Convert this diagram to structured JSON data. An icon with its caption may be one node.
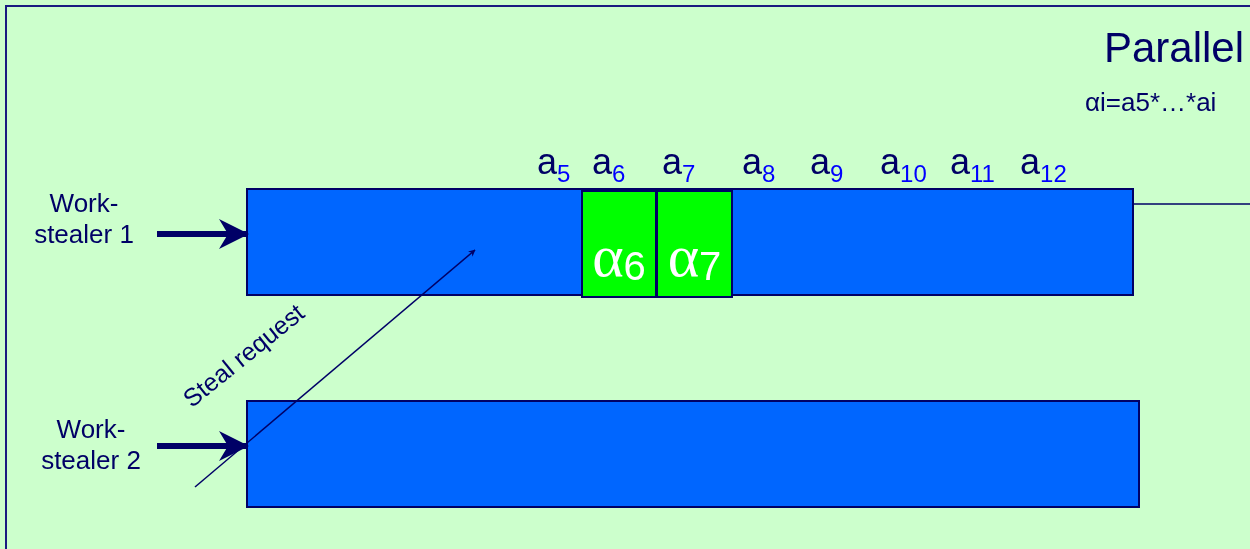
{
  "diagram": {
    "title": "Parallel",
    "nodes": [
      {
        "text": [
          "Work- stealer 1"
        ]
      },
      {
        "text": [],
        "shape": "bar"
      },
      {
        "text": [
          "α$_{6}$"
        ],
        "in": 1
      },
      {
        "text": [
          "α$_{7}$"
        ],
        "in": 1
      },
      {
        "text": [
          "Work- stealer 2"
        ]
      },
      {
        "text": [],
        "shape": "bar"
      }
    ],
    "edges": [
      {
        "from": 0,
        "to": 1,
        "arrow": "to",
        "style": "thick"
      },
      {
        "from": 1,
        "to": null,
        "arrow": "none"
      },
      {
        "from": null,
        "to": 1,
        "arrow": "to",
        "label": "Steal request"
      },
      {
        "from": 4,
        "to": 5,
        "arrow": "to",
        "style": "thick"
      }
    ],
    "labels": [
      "αi=a5*…*ai",
      "a$_{5}$",
      "a$_{6}$",
      "a$_{7}$",
      "a$_{8}$",
      "a$_{9}$",
      "a$_{10}$",
      "a$_{11}$",
      "a$_{12}$"
    ]
  }
}
